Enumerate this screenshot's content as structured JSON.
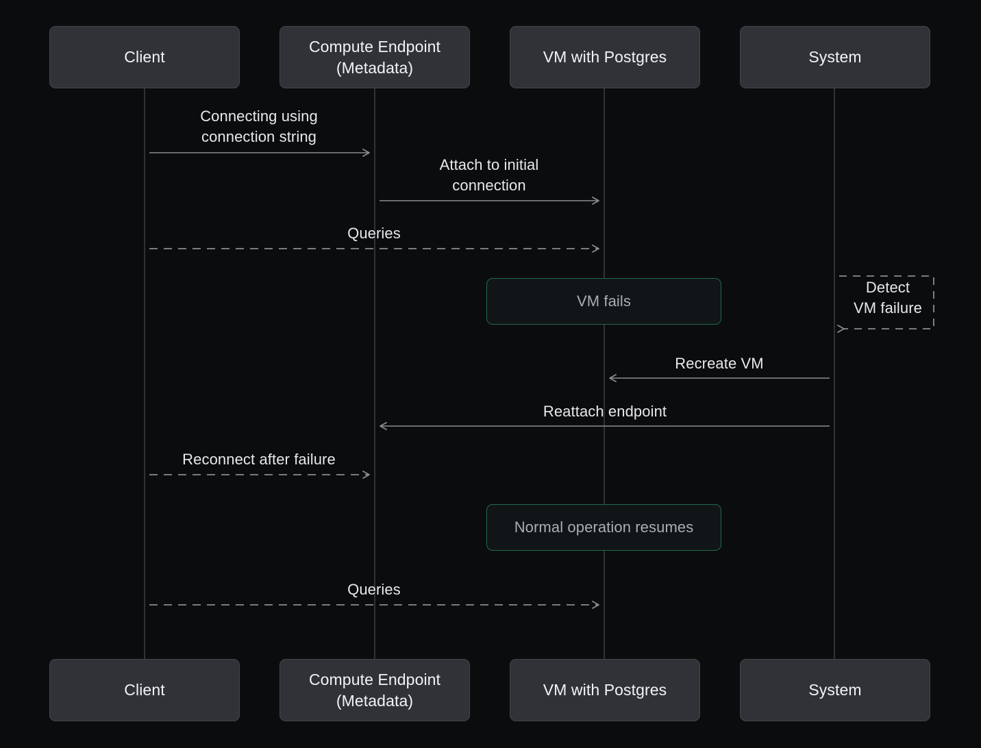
{
  "diagram": {
    "type": "sequence-diagram",
    "background_color": "#0b0c0d",
    "actor_box_color": "#303237",
    "note_border_color": "#1f6b4d",
    "line_color": "#8b8d90",
    "text_color": "#e7e9eb",
    "actors": [
      {
        "id": "client",
        "label": "Client"
      },
      {
        "id": "compute-endpoint",
        "label": "Compute Endpoint\n(Metadata)"
      },
      {
        "id": "vm-postgres",
        "label": "VM with Postgres"
      },
      {
        "id": "system",
        "label": "System"
      }
    ],
    "messages": [
      {
        "id": "m1",
        "label": "Connecting using\nconnection string",
        "from": "client",
        "to": "compute-endpoint",
        "style": "solid",
        "direction": "right"
      },
      {
        "id": "m2",
        "label": "Attach to initial\nconnection",
        "from": "compute-endpoint",
        "to": "vm-postgres",
        "style": "solid",
        "direction": "right"
      },
      {
        "id": "m3",
        "label": "Queries",
        "from": "client",
        "to": "vm-postgres",
        "style": "dashed",
        "direction": "right"
      },
      {
        "id": "m4",
        "label": "Recreate VM",
        "from": "system",
        "to": "vm-postgres",
        "style": "solid",
        "direction": "left"
      },
      {
        "id": "m5",
        "label": "Reattach endpoint",
        "from": "system",
        "to": "compute-endpoint",
        "style": "solid",
        "direction": "left"
      },
      {
        "id": "m6",
        "label": "Reconnect after failure",
        "from": "client",
        "to": "compute-endpoint",
        "style": "dashed",
        "direction": "right"
      },
      {
        "id": "m7",
        "label": "Queries",
        "from": "client",
        "to": "vm-postgres",
        "style": "dashed",
        "direction": "right"
      }
    ],
    "self_messages": [
      {
        "id": "s1",
        "label": "Detect\nVM failure",
        "actor": "system",
        "style": "dashed"
      }
    ],
    "notes": [
      {
        "id": "n1",
        "label": "VM fails",
        "over": "vm-postgres"
      },
      {
        "id": "n2",
        "label": "Normal operation resumes",
        "over": "vm-postgres"
      }
    ]
  }
}
